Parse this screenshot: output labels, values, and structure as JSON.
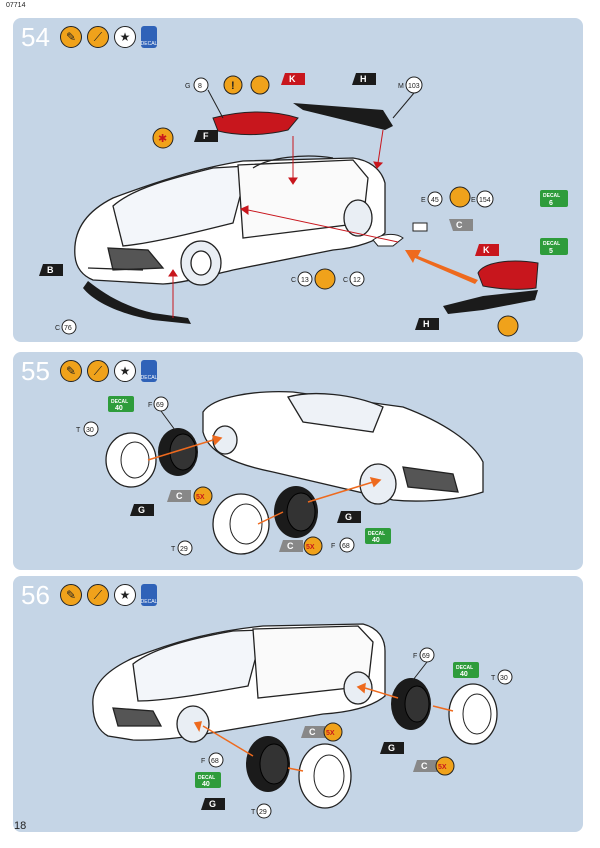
{
  "header": {
    "kit_number": "07714"
  },
  "footer": {
    "page_number": "18"
  },
  "steps": [
    {
      "number": "54",
      "parts": {
        "g8": {
          "letter": "G",
          "num": "8"
        },
        "m103": {
          "letter": "M",
          "num": "103"
        },
        "e45": {
          "letter": "E",
          "num": "45"
        },
        "e154": {
          "letter": "E",
          "num": "154"
        },
        "c13": {
          "letter": "C",
          "num": "13"
        },
        "c12": {
          "letter": "C",
          "num": "12"
        },
        "c76": {
          "letter": "C",
          "num": "76"
        }
      },
      "tags": {
        "k1": "K",
        "h1": "H",
        "f1": "F",
        "c1": "C",
        "k2": "K",
        "h2": "H",
        "b1": "B"
      },
      "decals": [
        {
          "word": "DECAL",
          "num": "6"
        },
        {
          "word": "DECAL",
          "num": "5"
        }
      ]
    },
    {
      "number": "55",
      "parts": {
        "f69": {
          "letter": "F",
          "num": "69"
        },
        "t30": {
          "letter": "T",
          "num": "30"
        },
        "t29": {
          "letter": "T",
          "num": "29"
        },
        "f68": {
          "letter": "F",
          "num": "68"
        }
      },
      "tags": {
        "c": "C",
        "g": "G",
        "c2": "C",
        "g2": "G"
      },
      "qty": "5X",
      "decals": [
        {
          "word": "DECAL",
          "num": "40"
        },
        {
          "word": "DECAL",
          "num": "40"
        }
      ]
    },
    {
      "number": "56",
      "parts": {
        "f69": {
          "letter": "F",
          "num": "69"
        },
        "t30": {
          "letter": "T",
          "num": "30"
        },
        "f68": {
          "letter": "F",
          "num": "68"
        },
        "t29": {
          "letter": "T",
          "num": "29"
        }
      },
      "tags": {
        "c": "C",
        "g": "G",
        "c2": "C",
        "g2": "G"
      },
      "qty": "5X",
      "decals": [
        {
          "word": "DECAL",
          "num": "40"
        },
        {
          "word": "DECAL",
          "num": "40"
        }
      ]
    }
  ],
  "icons": {
    "tool1": "glue-icon",
    "tool2": "brush-icon",
    "tool3": "star-icon",
    "tool4": "decal-water-icon"
  },
  "colors": {
    "panel": "#c5d5e6",
    "orange": "#f0a21b",
    "red": "#c8161d",
    "green": "#2e9c3b",
    "black": "#1b1b1b"
  }
}
